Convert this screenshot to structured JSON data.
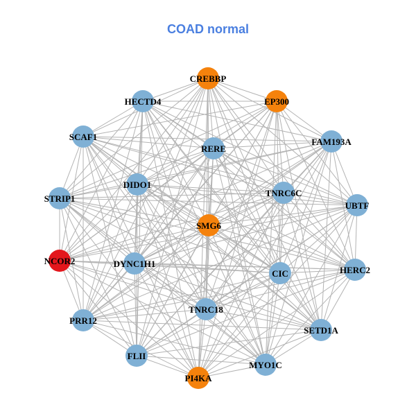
{
  "title": "COAD normal",
  "colors": {
    "title": "#4a7fe0",
    "edge": "#b3b3b3",
    "blue": "#7fb0d5",
    "orange": "#f5820c",
    "red": "#e3161c"
  },
  "nodes": [
    {
      "id": "CREBBP",
      "color": "orange"
    },
    {
      "id": "EP300",
      "color": "orange"
    },
    {
      "id": "HECTD4",
      "color": "blue"
    },
    {
      "id": "SCAF1",
      "color": "blue"
    },
    {
      "id": "RERE",
      "color": "blue"
    },
    {
      "id": "FAM193A",
      "color": "blue"
    },
    {
      "id": "DIDO1",
      "color": "blue"
    },
    {
      "id": "TNRC6C",
      "color": "blue"
    },
    {
      "id": "STRIP1",
      "color": "blue"
    },
    {
      "id": "UBTF",
      "color": "blue"
    },
    {
      "id": "SMG6",
      "color": "orange"
    },
    {
      "id": "NCOR2",
      "color": "red"
    },
    {
      "id": "DYNC1H1",
      "color": "blue"
    },
    {
      "id": "CIC",
      "color": "blue"
    },
    {
      "id": "HERC2",
      "color": "blue"
    },
    {
      "id": "TNRC18",
      "color": "blue"
    },
    {
      "id": "PRR12",
      "color": "blue"
    },
    {
      "id": "SETD1A",
      "color": "blue"
    },
    {
      "id": "FLII",
      "color": "blue"
    },
    {
      "id": "MYO1C",
      "color": "blue"
    },
    {
      "id": "PI4KA",
      "color": "orange"
    }
  ],
  "edges": "all-pairs"
}
